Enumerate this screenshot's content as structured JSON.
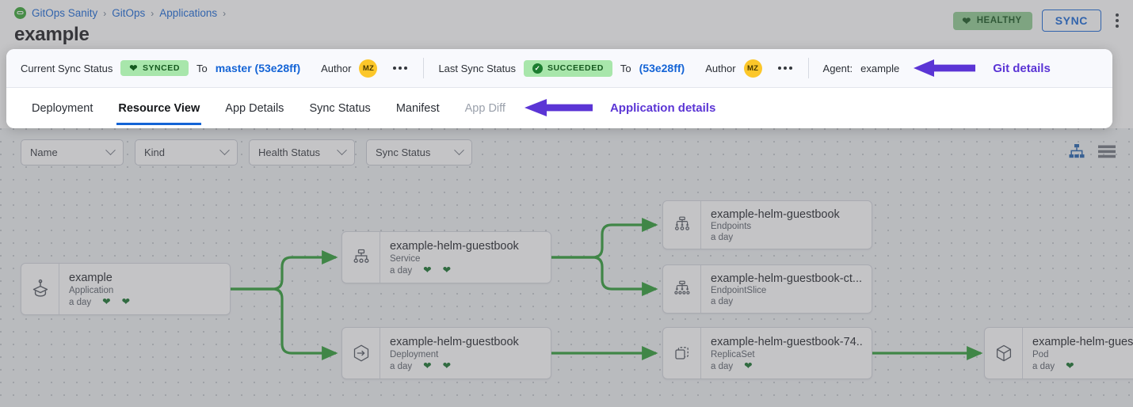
{
  "breadcrumb": {
    "logo_icon": "gitops-logo-icon",
    "items": [
      {
        "label": "GitOps Sanity"
      },
      {
        "label": "GitOps"
      },
      {
        "label": "Applications"
      }
    ],
    "separator": "›"
  },
  "header": {
    "title": "example",
    "health_badge": {
      "label": "HEALTHY",
      "icon": "heart-icon",
      "color": "#8fcb90"
    },
    "sync_button": {
      "label": "SYNC",
      "color": "#1464d6"
    },
    "kebab_icon": "more-vertical-icon"
  },
  "sync_bar": {
    "current": {
      "label": "Current Sync Status",
      "chip": {
        "text": "SYNCED",
        "icon": "heart-icon"
      },
      "to_label": "To",
      "revision": "master (53e28ff)",
      "author_label": "Author",
      "author_initials": "MZ",
      "more_icon": "more-horizontal-icon"
    },
    "last": {
      "label": "Last Sync Status",
      "chip": {
        "text": "SUCCEEDED",
        "icon": "check-circle-icon"
      },
      "to_label": "To",
      "revision": "(53e28ff)",
      "author_label": "Author",
      "author_initials": "MZ",
      "more_icon": "more-horizontal-icon"
    },
    "agent": {
      "label": "Agent:",
      "value": "example"
    },
    "annotation": {
      "text": "Git details",
      "arrow_icon": "left-arrow-annotation-icon",
      "color": "#5b35d5"
    }
  },
  "tabs": {
    "items": [
      {
        "label": "Deployment",
        "state": "normal"
      },
      {
        "label": "Resource View",
        "state": "active"
      },
      {
        "label": "App Details",
        "state": "normal"
      },
      {
        "label": "Sync Status",
        "state": "normal"
      },
      {
        "label": "Manifest",
        "state": "normal"
      },
      {
        "label": "App Diff",
        "state": "muted"
      }
    ],
    "annotation": {
      "text": "Application details",
      "arrow_icon": "left-arrow-annotation-icon",
      "color": "#5b35d5"
    }
  },
  "filters": [
    {
      "label": "Name",
      "icon": "chevron-down-icon"
    },
    {
      "label": "Kind",
      "icon": "chevron-down-icon"
    },
    {
      "label": "Health Status",
      "icon": "chevron-down-icon"
    },
    {
      "label": "Sync Status",
      "icon": "chevron-down-icon"
    }
  ],
  "view_toggles": [
    {
      "name": "tree-view-icon",
      "active": true,
      "color": "#1f5fad"
    },
    {
      "name": "list-view-icon",
      "active": false,
      "color": "#6e737c"
    }
  ],
  "graph": {
    "edge_color": "#2a9b33",
    "nodes": [
      {
        "id": "app",
        "icon": "application-icon",
        "title": "example",
        "kind": "Application",
        "age": "a day",
        "health_icons": [
          "heart-icon",
          "heart-icon"
        ]
      },
      {
        "id": "service",
        "icon": "service-icon",
        "title": "example-helm-guestbook",
        "kind": "Service",
        "age": "a day",
        "health_icons": [
          "heart-icon",
          "heart-icon"
        ]
      },
      {
        "id": "deployment",
        "icon": "deployment-icon",
        "title": "example-helm-guestbook",
        "kind": "Deployment",
        "age": "a day",
        "health_icons": [
          "heart-icon",
          "heart-icon"
        ]
      },
      {
        "id": "endpoints",
        "icon": "endpoints-icon",
        "title": "example-helm-guestbook",
        "kind": "Endpoints",
        "age": "a day",
        "health_icons": []
      },
      {
        "id": "endpointslice",
        "icon": "endpointslice-icon",
        "title": "example-helm-guestbook-ct...",
        "kind": "EndpointSlice",
        "age": "a day",
        "health_icons": []
      },
      {
        "id": "replicaset",
        "icon": "replicaset-icon",
        "title": "example-helm-guestbook-74...",
        "kind": "ReplicaSet",
        "age": "a day",
        "health_icons": [
          "heart-icon"
        ]
      },
      {
        "id": "pod",
        "icon": "pod-icon",
        "title": "example-helm-guest",
        "kind": "Pod",
        "age": "a day",
        "health_icons": [
          "heart-icon"
        ]
      }
    ]
  }
}
